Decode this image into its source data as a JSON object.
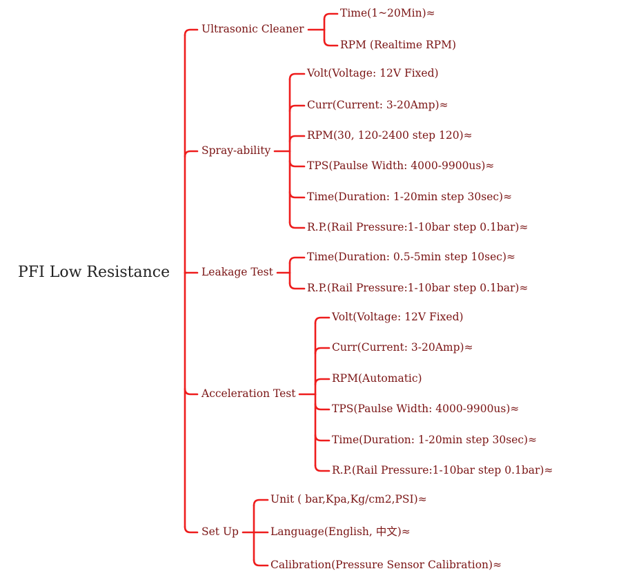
{
  "colors": {
    "line": "#ee1c1c",
    "text": "#7a1414",
    "root_text": "#222222"
  },
  "root": {
    "label": "PFI Low Resistance"
  },
  "branches": [
    {
      "label": "Ultrasonic Cleaner",
      "children": [
        "Time(1~20Min)≈",
        "RPM (Realtime RPM)"
      ]
    },
    {
      "label": "Spray-ability",
      "children": [
        "Volt(Voltage: 12V Fixed)",
        "Curr(Current: 3-20Amp)≈",
        "RPM(30, 120-2400 step 120)≈",
        "TPS(Paulse Width: 4000-9900us)≈",
        "Time(Duration: 1-20min step 30sec)≈",
        "R.P.(Rail Pressure:1-10bar step 0.1bar)≈"
      ]
    },
    {
      "label": "Leakage Test",
      "children": [
        "Time(Duration: 0.5-5min step 10sec)≈",
        "R.P.(Rail Pressure:1-10bar step 0.1bar)≈"
      ]
    },
    {
      "label": "Acceleration Test",
      "children": [
        "Volt(Voltage: 12V Fixed)",
        "Curr(Current: 3-20Amp)≈",
        "RPM(Automatic)",
        "TPS(Paulse Width: 4000-9900us)≈",
        "Time(Duration: 1-20min step 30sec)≈",
        "R.P.(Rail Pressure:1-10bar step 0.1bar)≈"
      ]
    },
    {
      "label": "Set Up",
      "children": [
        "Unit ( bar,Kpa,Kg/cm2,PSI)≈",
        "Language(English, 中文)≈",
        "Calibration(Pressure Sensor Calibration)≈"
      ]
    }
  ]
}
